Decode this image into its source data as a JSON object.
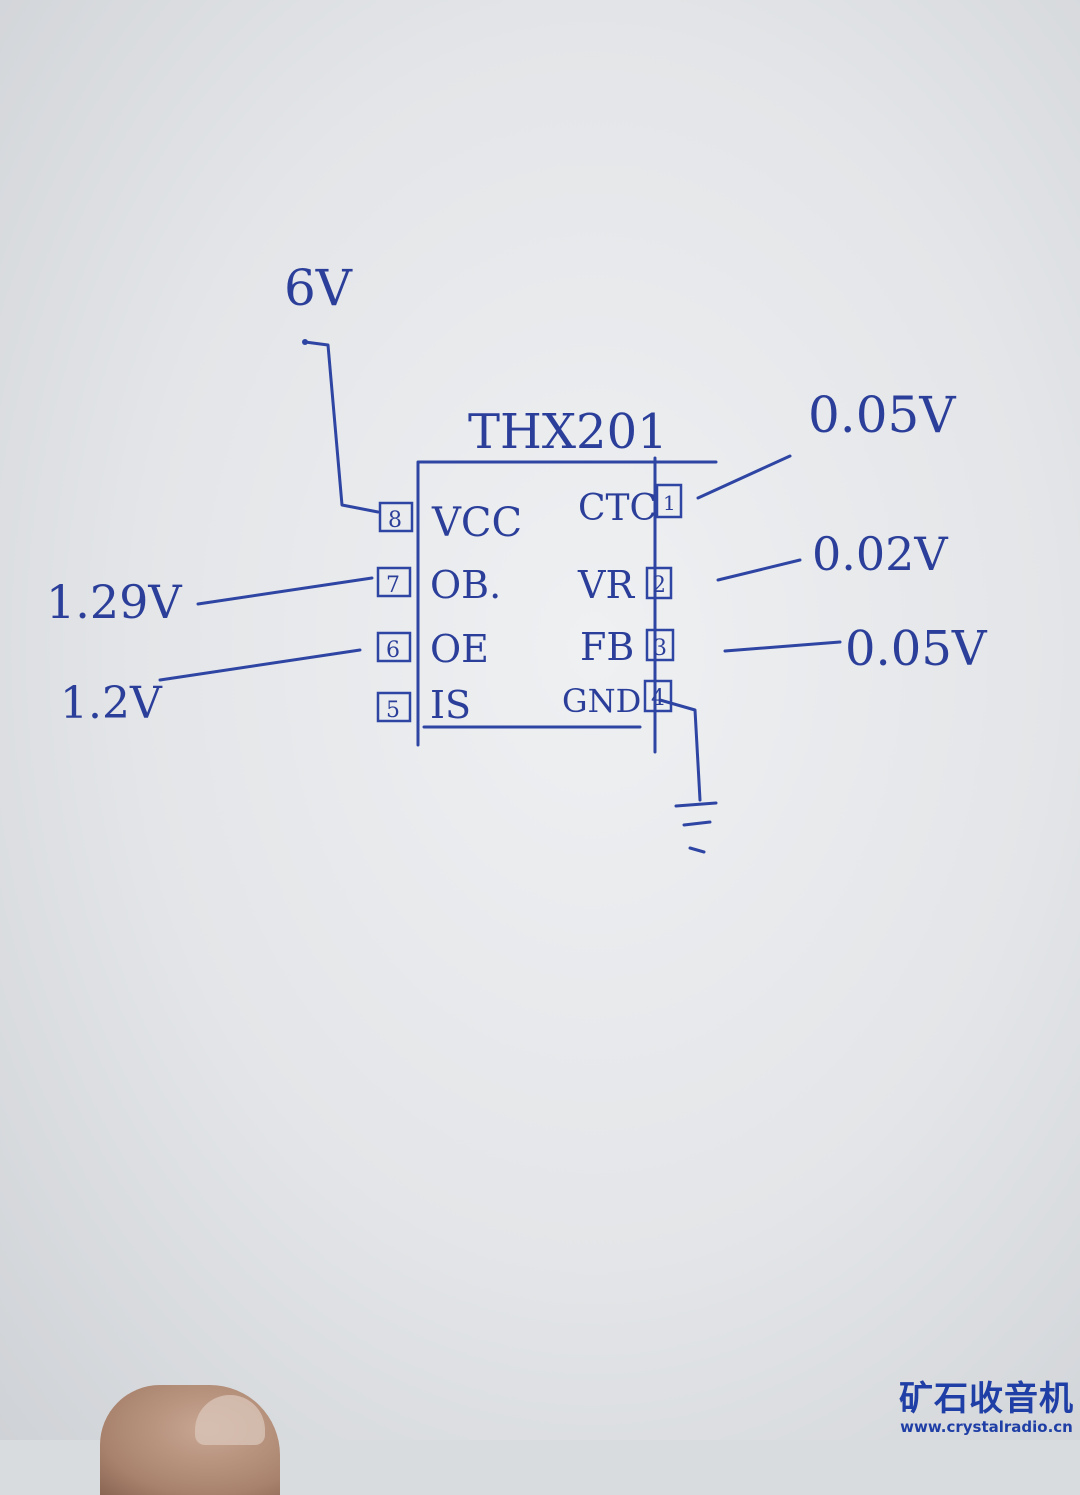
{
  "chip": {
    "name": "THX201",
    "left_pins": [
      {
        "num": "8",
        "label": "VCC"
      },
      {
        "num": "7",
        "label": "OB."
      },
      {
        "num": "6",
        "label": "OE"
      },
      {
        "num": "5",
        "label": "IS"
      }
    ],
    "right_pins": [
      {
        "num": "1",
        "label": "CTC"
      },
      {
        "num": "2",
        "label": "VR"
      },
      {
        "num": "3",
        "label": "FB"
      },
      {
        "num": "4",
        "label": "GND"
      }
    ]
  },
  "voltages": {
    "supply": "6V",
    "ob": "1.29V",
    "oe": "1.2V",
    "ctc": "0.05V",
    "vr": "0.02V",
    "fb": "0.05V"
  },
  "watermark": {
    "title": "矿石收音机",
    "url": "www.crystalradio.cn"
  },
  "colors": {
    "ink": "#2b3f9a",
    "watermark": "#1f3fa6"
  }
}
